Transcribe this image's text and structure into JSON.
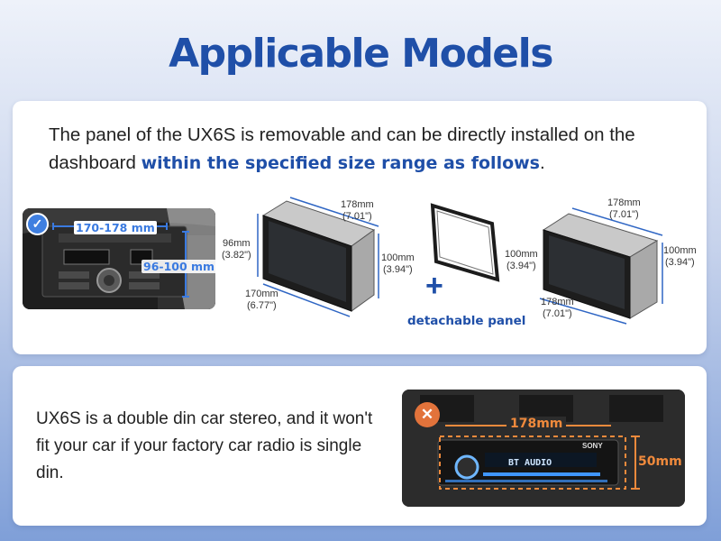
{
  "title": "Applicable Models",
  "intro": {
    "text_before": "The panel of the UX6S is removable and can be directly installed on the dashboard ",
    "highlight": "within the specified size range as follows",
    "text_after": "."
  },
  "dash_photo": {
    "width_label": "170-178 mm",
    "height_label": "96-100 mm",
    "status_icon": "checkmark-icon",
    "accent_color": "#3a7ae0"
  },
  "unit_left": {
    "width": "178mm",
    "width_in": "(7.01\")",
    "height": "96mm",
    "height_in": "(3.82\")",
    "depth_right": "100mm",
    "depth_right_in": "(3.94\")",
    "length": "170mm",
    "length_in": "(6.77\")"
  },
  "plus_sign": "+",
  "detachable_label": "detachable panel",
  "unit_right": {
    "width": "178mm",
    "width_in": "(7.01\")",
    "height_left": "100mm",
    "height_left_in": "(3.94\")",
    "height_right": "100mm",
    "height_right_in": "(3.94\")",
    "length": "178mm",
    "length_in": "(7.01\")"
  },
  "note": "UX6S is a double din car stereo, and it won't fit your car if your factory car radio is single din.",
  "radio_photo": {
    "width_label": "178mm",
    "height_label": "50mm",
    "display_text": "BT AUDIO",
    "brand": "SONY",
    "status_icon": "x-mark-icon",
    "accent_color": "#f08a3c"
  }
}
